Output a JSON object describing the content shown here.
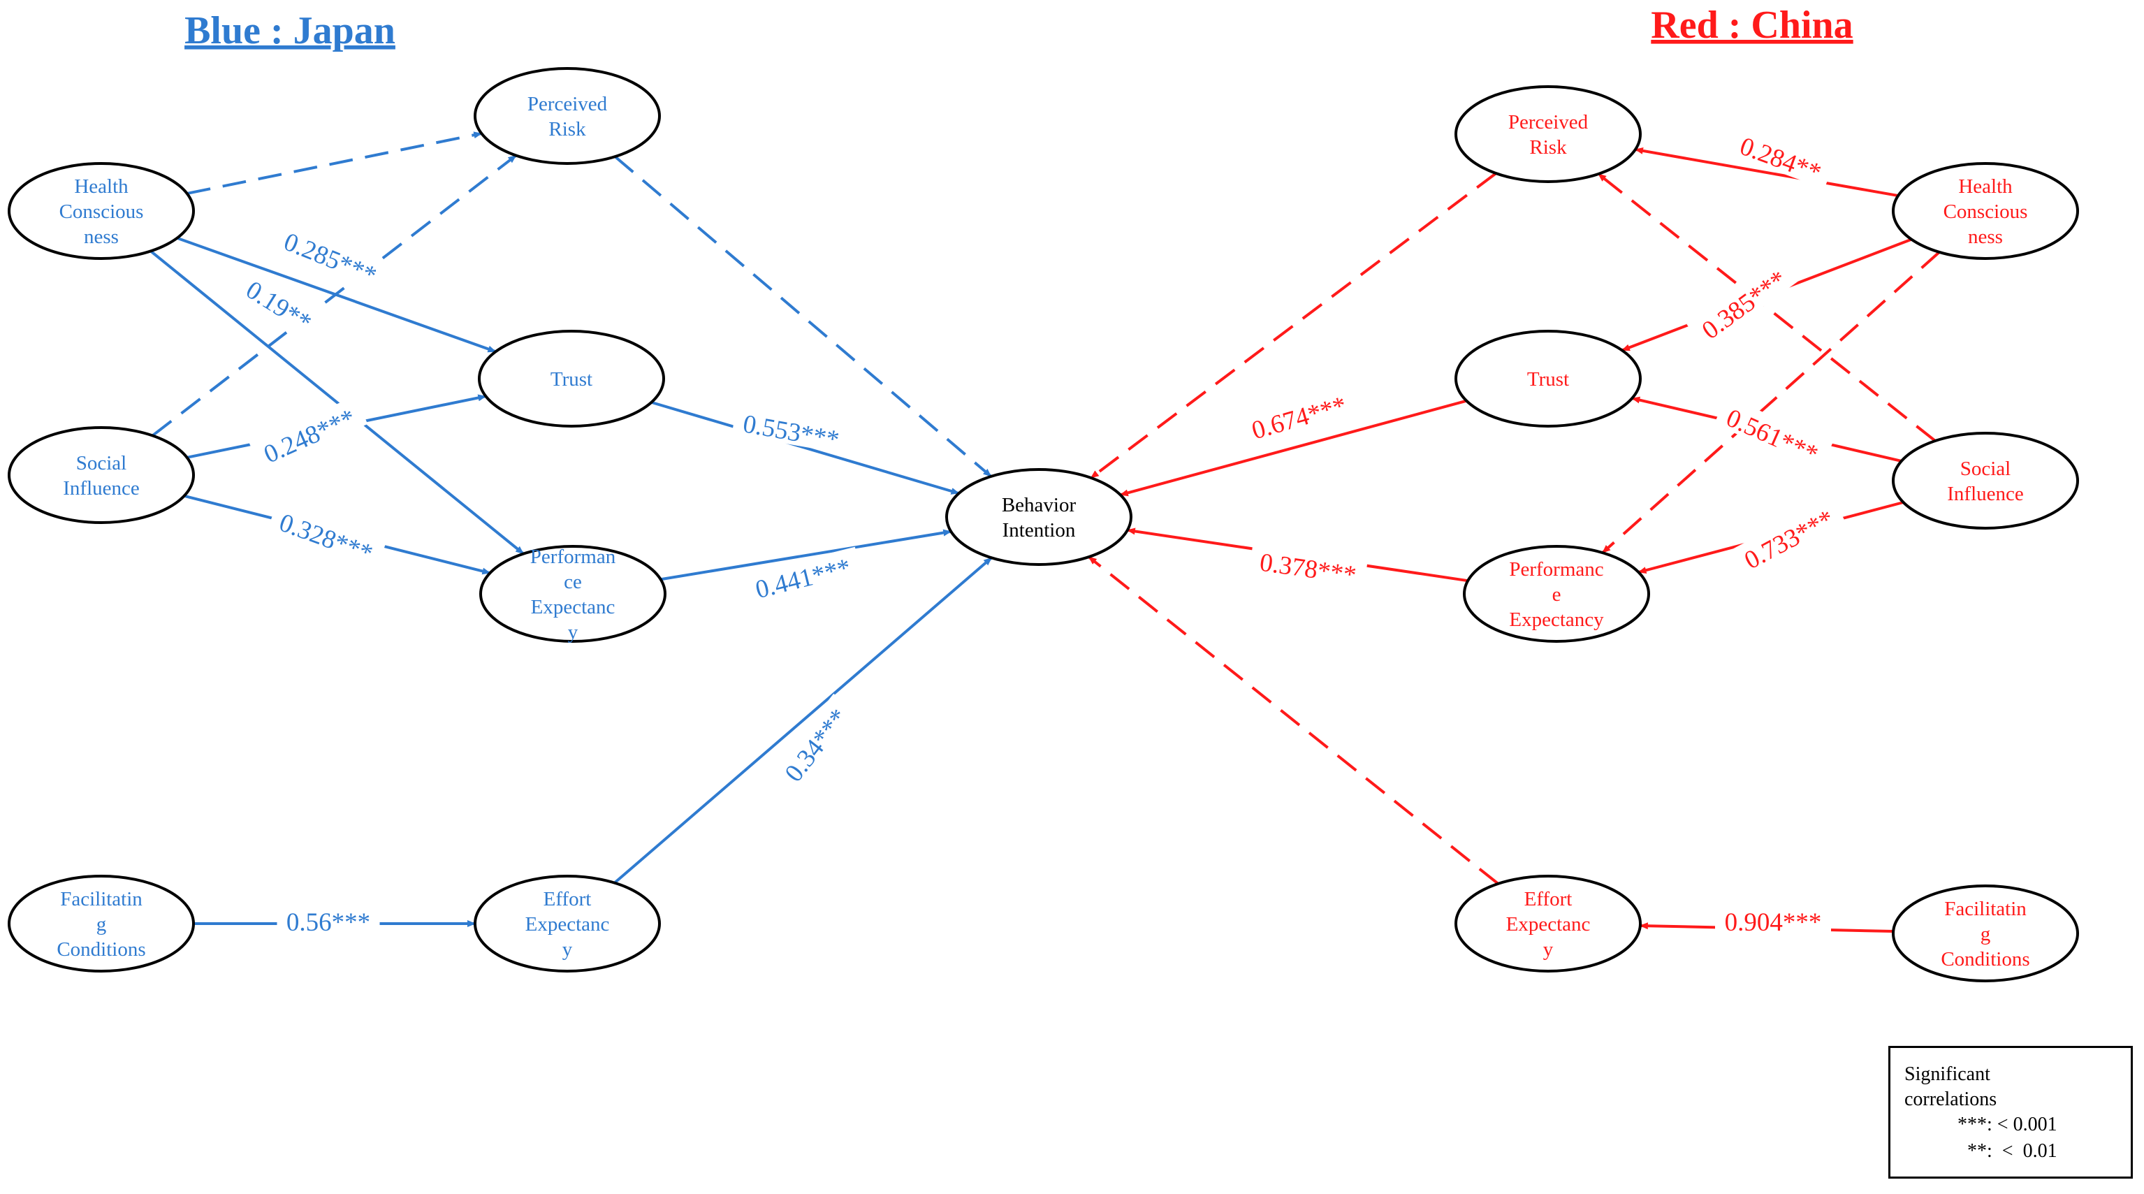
{
  "titles": {
    "japan": "Blue : Japan",
    "china": "Red : China"
  },
  "colors": {
    "japan": "#2f7bd0",
    "china": "#ff1a1a",
    "center": "#000000"
  },
  "nodes": [
    {
      "id": "jp-health",
      "side": "japan",
      "lines": [
        "Health",
        "Conscious",
        "ness"
      ]
    },
    {
      "id": "jp-social",
      "side": "japan",
      "lines": [
        "Social",
        "Influence"
      ]
    },
    {
      "id": "jp-facil",
      "side": "japan",
      "lines": [
        "Facilitatin",
        "g",
        "Conditions"
      ]
    },
    {
      "id": "jp-risk",
      "side": "japan",
      "lines": [
        "Perceived",
        "Risk"
      ]
    },
    {
      "id": "jp-trust",
      "side": "japan",
      "lines": [
        "Trust"
      ]
    },
    {
      "id": "jp-perf",
      "side": "japan",
      "lines": [
        "Performan",
        "ce",
        "Expectanc",
        "y"
      ]
    },
    {
      "id": "jp-effort",
      "side": "japan",
      "lines": [
        "Effort",
        "Expectanc",
        "y"
      ]
    },
    {
      "id": "bi",
      "side": "center",
      "lines": [
        "Behavior",
        "Intention"
      ]
    },
    {
      "id": "cn-risk",
      "side": "china",
      "lines": [
        "Perceived",
        "Risk"
      ]
    },
    {
      "id": "cn-trust",
      "side": "china",
      "lines": [
        "Trust"
      ]
    },
    {
      "id": "cn-perf",
      "side": "china",
      "lines": [
        "Performanc",
        "e",
        "Expectancy"
      ]
    },
    {
      "id": "cn-effort",
      "side": "china",
      "lines": [
        "Effort",
        "Expectanc",
        "y"
      ]
    },
    {
      "id": "cn-health",
      "side": "china",
      "lines": [
        "Health",
        "Conscious",
        "ness"
      ]
    },
    {
      "id": "cn-social",
      "side": "china",
      "lines": [
        "Social",
        "Influence"
      ]
    },
    {
      "id": "cn-facil",
      "side": "china",
      "lines": [
        "Facilitatin",
        "g",
        "Conditions"
      ]
    }
  ],
  "edges": [
    {
      "from": "jp-health",
      "to": "jp-risk",
      "style": "dashed",
      "side": "japan",
      "label": ""
    },
    {
      "from": "jp-social",
      "to": "jp-risk",
      "style": "dashed",
      "side": "japan",
      "label": ""
    },
    {
      "from": "jp-risk",
      "to": "bi",
      "style": "dashed",
      "side": "japan",
      "label": ""
    },
    {
      "from": "jp-health",
      "to": "jp-trust",
      "style": "solid",
      "side": "japan",
      "label": "0.285***"
    },
    {
      "from": "jp-health",
      "to": "jp-perf",
      "style": "solid",
      "side": "japan",
      "label": "0.19**"
    },
    {
      "from": "jp-social",
      "to": "jp-trust",
      "style": "solid",
      "side": "japan",
      "label": "0.248***"
    },
    {
      "from": "jp-social",
      "to": "jp-perf",
      "style": "solid",
      "side": "japan",
      "label": "0.328***"
    },
    {
      "from": "jp-trust",
      "to": "bi",
      "style": "solid",
      "side": "japan",
      "label": "0.553***"
    },
    {
      "from": "jp-perf",
      "to": "bi",
      "style": "solid",
      "side": "japan",
      "label": "0.441***"
    },
    {
      "from": "jp-facil",
      "to": "jp-effort",
      "style": "solid",
      "side": "japan",
      "label": "0.56***"
    },
    {
      "from": "jp-effort",
      "to": "bi",
      "style": "solid",
      "side": "japan",
      "label": "0.34***"
    },
    {
      "from": "cn-risk",
      "to": "bi",
      "style": "dashed",
      "side": "china",
      "label": ""
    },
    {
      "from": "cn-trust",
      "to": "bi",
      "style": "solid",
      "side": "china",
      "label": "0.674***"
    },
    {
      "from": "cn-perf",
      "to": "bi",
      "style": "solid",
      "side": "china",
      "label": "0.378***"
    },
    {
      "from": "cn-effort",
      "to": "bi",
      "style": "dashed",
      "side": "china",
      "label": ""
    },
    {
      "from": "cn-health",
      "to": "cn-risk",
      "style": "solid",
      "side": "china",
      "label": "0.284**"
    },
    {
      "from": "cn-health",
      "to": "cn-trust",
      "style": "solid",
      "side": "china",
      "label": "0.385***"
    },
    {
      "from": "cn-health",
      "to": "cn-perf",
      "style": "dashed",
      "side": "china",
      "label": ""
    },
    {
      "from": "cn-social",
      "to": "cn-risk",
      "style": "dashed",
      "side": "china",
      "label": ""
    },
    {
      "from": "cn-social",
      "to": "cn-trust",
      "style": "solid",
      "side": "china",
      "label": "0.561***"
    },
    {
      "from": "cn-social",
      "to": "cn-perf",
      "style": "solid",
      "side": "china",
      "label": "0.733***"
    },
    {
      "from": "cn-facil",
      "to": "cn-effort",
      "style": "solid",
      "side": "china",
      "label": "0.904***"
    }
  ],
  "legend": {
    "title": "Significant correlations",
    "line1": "***: < 0.001",
    "line2": "**:  <  0.01"
  }
}
